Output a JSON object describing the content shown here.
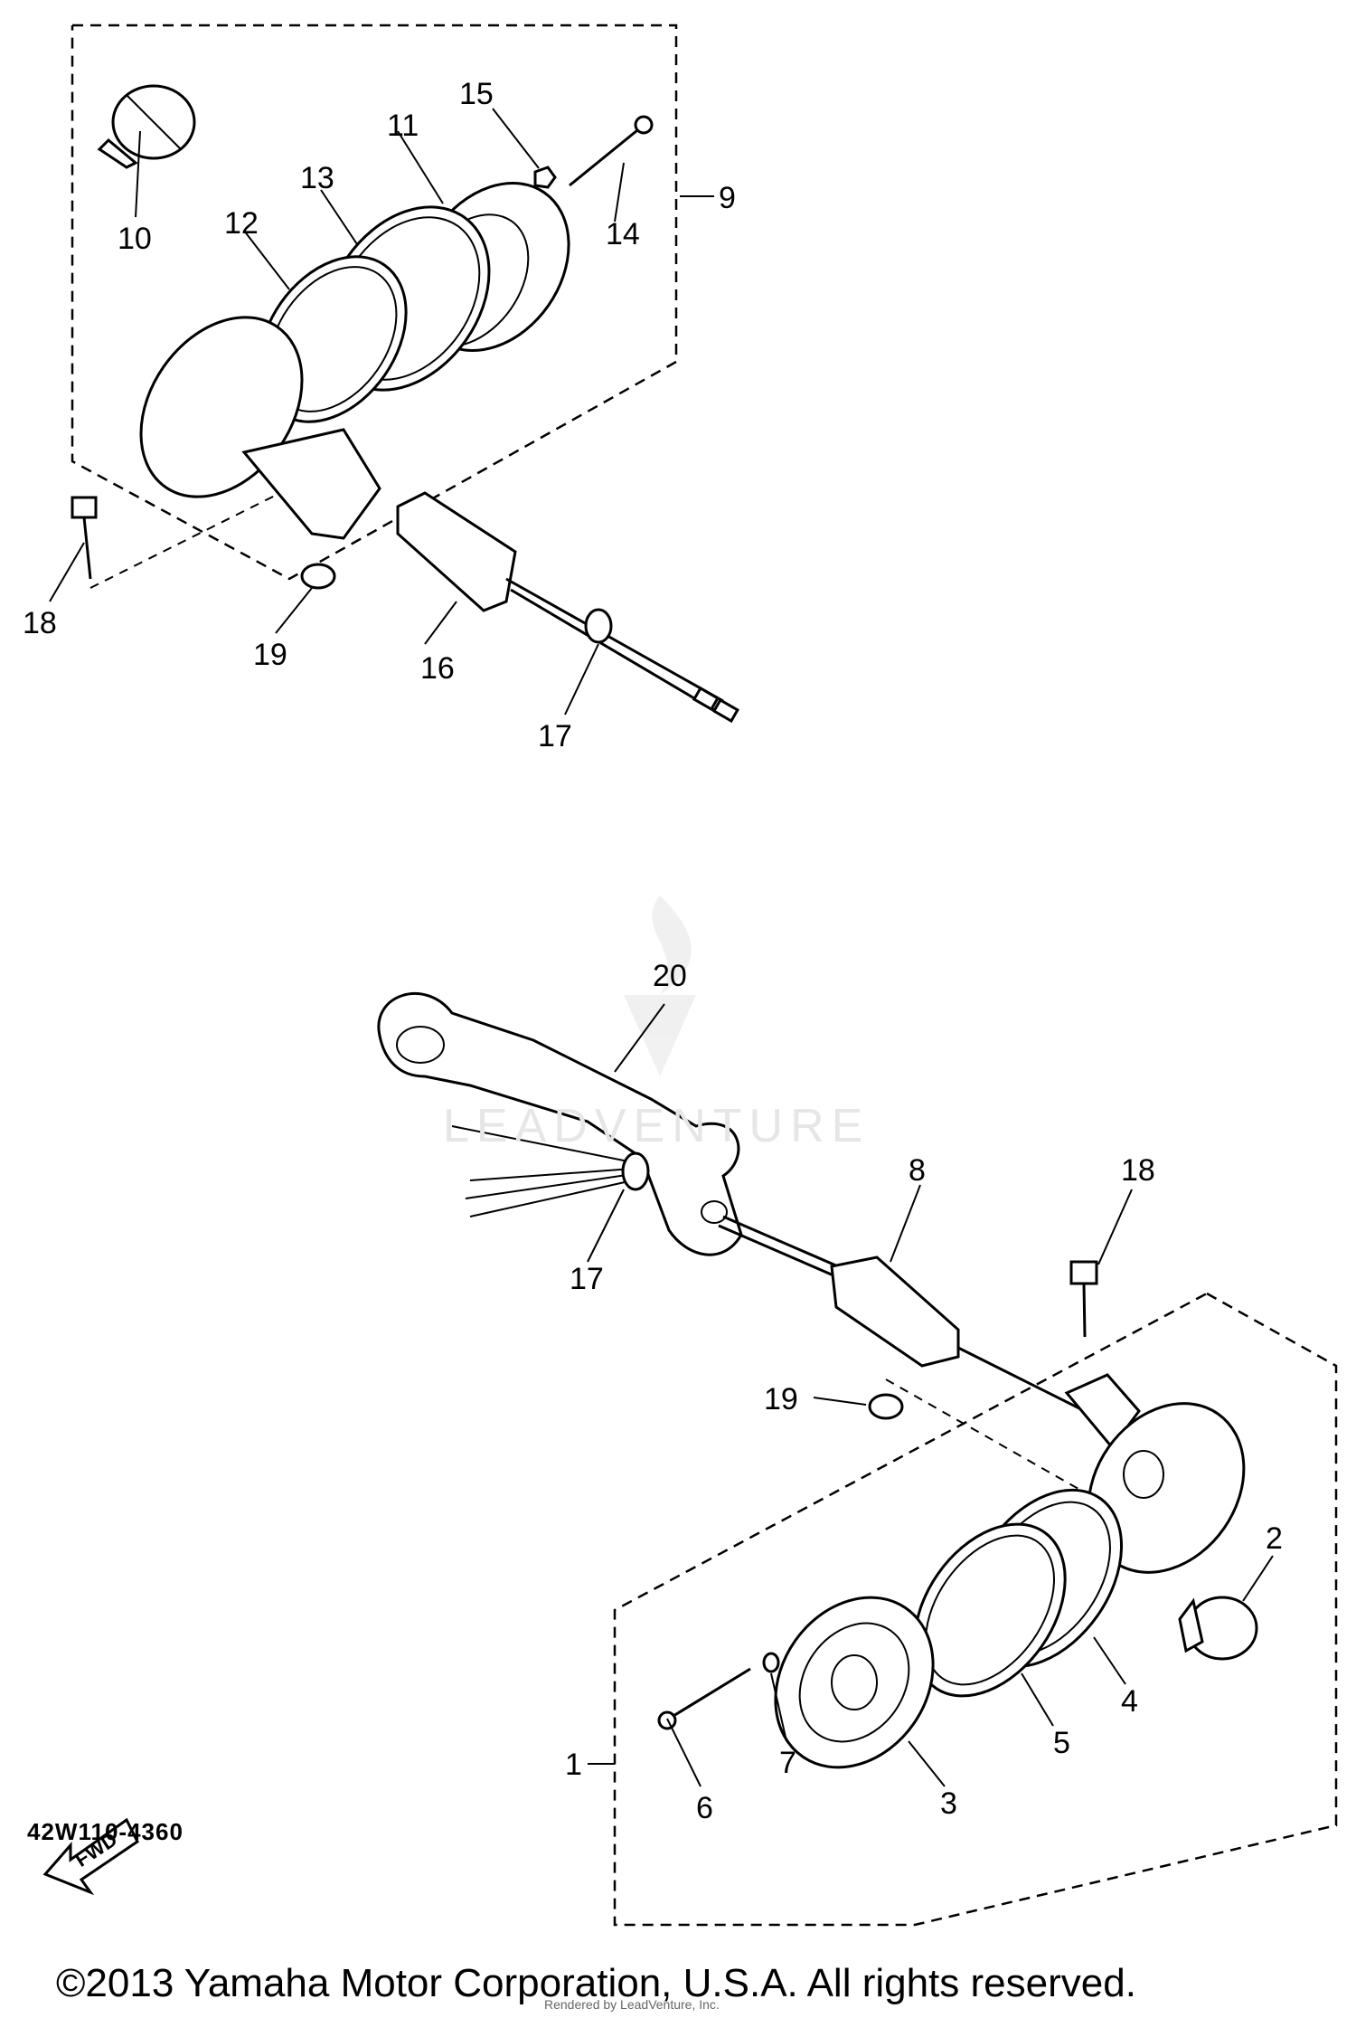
{
  "diagram": {
    "code": "42W110-4360",
    "copyright": "©2013 Yamaha Motor Corporation, U.S.A. All rights reserved.",
    "rendered_by": "Rendered by LeadVenture, Inc.",
    "watermark": "LEADVENTURE",
    "fwd_label": "FWD"
  },
  "callouts": {
    "c1": "1",
    "c2": "2",
    "c3": "3",
    "c4": "4",
    "c5": "5",
    "c6": "6",
    "c7": "7",
    "c8": "8",
    "c9": "9",
    "c10": "10",
    "c11": "11",
    "c12": "12",
    "c13": "13",
    "c14": "14",
    "c15": "15",
    "c16": "16",
    "c17a": "17",
    "c17b": "17",
    "c18a": "18",
    "c18b": "18",
    "c19a": "19",
    "c19b": "19",
    "c20": "20"
  }
}
